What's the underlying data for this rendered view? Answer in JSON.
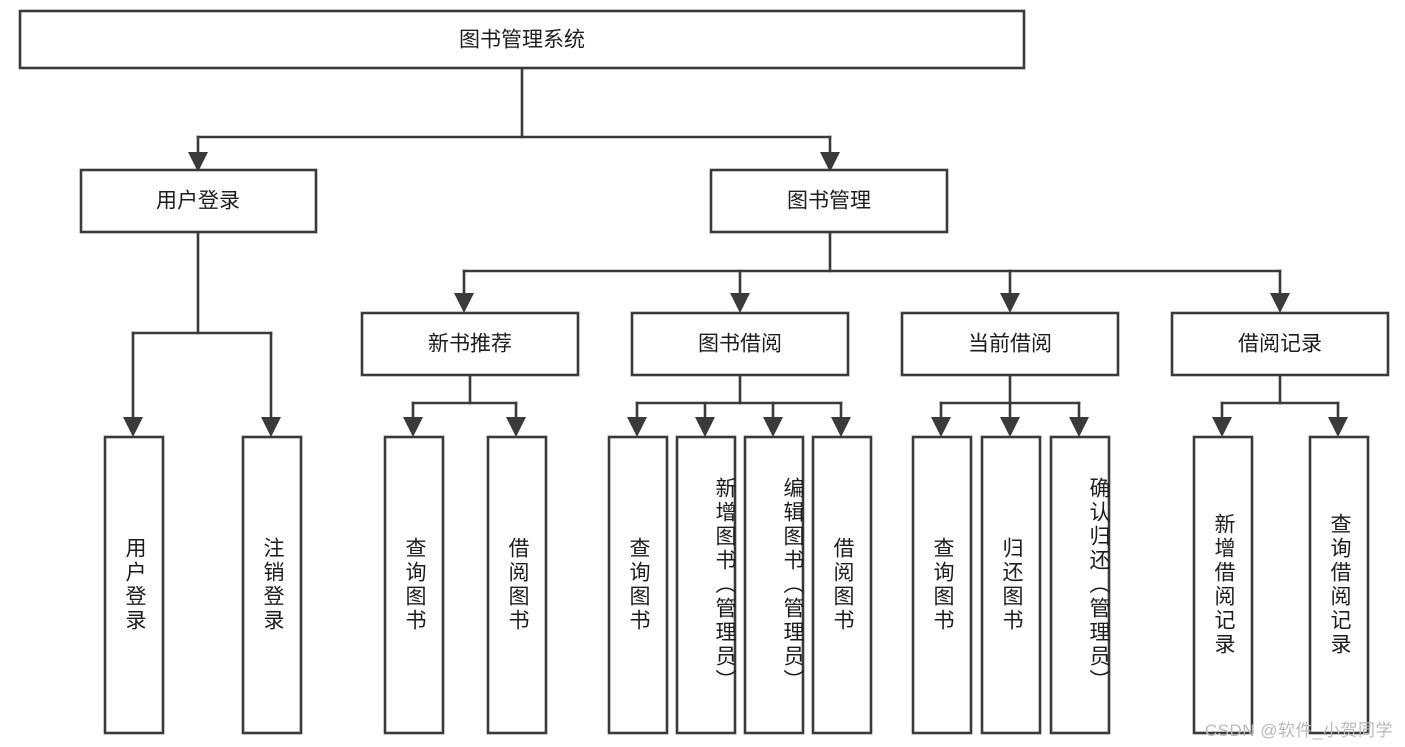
{
  "diagram": {
    "type": "tree",
    "title": "图书管理系统",
    "watermark": "CSDN @软件_小贺同学",
    "root": {
      "id": "root",
      "label": "图书管理系统"
    },
    "level1": [
      {
        "id": "user-login",
        "label": "用户登录"
      },
      {
        "id": "book-manage",
        "label": "图书管理"
      }
    ],
    "level2": [
      {
        "id": "new-book-recommend",
        "label": "新书推荐",
        "parent": "book-manage"
      },
      {
        "id": "book-borrow",
        "label": "图书借阅",
        "parent": "book-manage"
      },
      {
        "id": "current-borrow",
        "label": "当前借阅",
        "parent": "book-manage"
      },
      {
        "id": "borrow-record",
        "label": "借阅记录",
        "parent": "book-manage"
      }
    ],
    "leaves": [
      {
        "id": "leaf-user-login",
        "label": "用户登录",
        "parent": "user-login"
      },
      {
        "id": "leaf-logout",
        "label": "注销登录",
        "parent": "user-login"
      },
      {
        "id": "leaf-query-book-rec",
        "label": "查询图书",
        "parent": "new-book-recommend"
      },
      {
        "id": "leaf-borrow-book-rec",
        "label": "借阅图书",
        "parent": "new-book-recommend"
      },
      {
        "id": "leaf-query-book-borrow",
        "label": "查询图书",
        "parent": "book-borrow"
      },
      {
        "id": "leaf-add-book",
        "label": "新增图书（管理员）",
        "parent": "book-borrow"
      },
      {
        "id": "leaf-edit-book",
        "label": "编辑图书（管理员）",
        "parent": "book-borrow"
      },
      {
        "id": "leaf-borrow-book",
        "label": "借阅图书",
        "parent": "book-borrow"
      },
      {
        "id": "leaf-query-book-cur",
        "label": "查询图书",
        "parent": "current-borrow"
      },
      {
        "id": "leaf-return-book",
        "label": "归还图书",
        "parent": "current-borrow"
      },
      {
        "id": "leaf-confirm-return",
        "label": "确认归还（管理员）",
        "parent": "current-borrow"
      },
      {
        "id": "leaf-add-record",
        "label": "新增借阅记录",
        "parent": "borrow-record"
      },
      {
        "id": "leaf-query-record",
        "label": "查询借阅记录",
        "parent": "borrow-record"
      }
    ],
    "colors": {
      "stroke": "#3a3a3a",
      "fill": "#ffffff",
      "text": "#1c1c1c",
      "watermark": "#b9b9b9"
    }
  }
}
